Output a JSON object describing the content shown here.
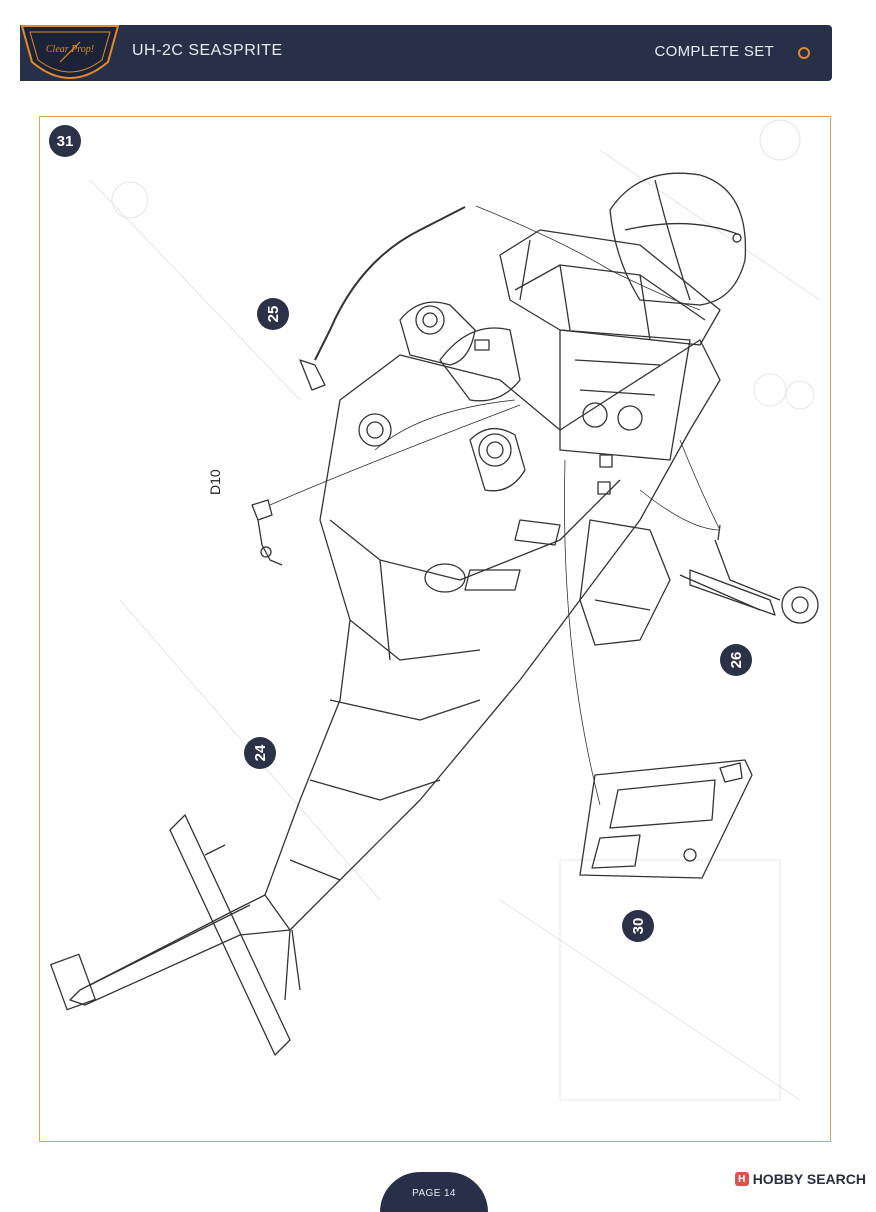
{
  "header": {
    "model": "UH-2C SEASPRITE",
    "set": "COMPLETE SET",
    "logo_text": "Clear Prop!",
    "colors": {
      "bar": "#273048",
      "accent": "#e08a2c"
    }
  },
  "steps": {
    "main": "31",
    "s25": "25",
    "s24": "24",
    "s26": "26",
    "s30": "30"
  },
  "part_label": "D10",
  "footer": {
    "page": "PAGE 14",
    "watermark": "HOBBY SEARCH",
    "watermark_icon": "H"
  }
}
